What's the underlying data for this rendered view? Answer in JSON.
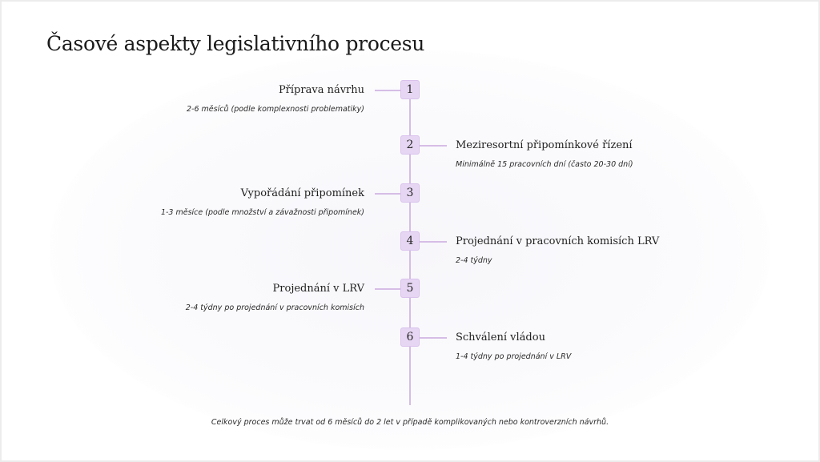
{
  "title": "Časové aspekty legislativního procesu",
  "steps": [
    {
      "number": "1",
      "title": "Příprava návrhu",
      "description": "2-6 měsíců (podle komplexnosti problematiky)",
      "side": "left"
    },
    {
      "number": "2",
      "title": "Meziresortní připomínkové řízení",
      "description": "Minimálně 15 pracovních dní (často 20-30 dní)",
      "side": "right"
    },
    {
      "number": "3",
      "title": "Vypořádání připomínek",
      "description": "1-3 měsíce (podle množství a závažnosti připomínek)",
      "side": "left"
    },
    {
      "number": "4",
      "title": "Projednání v pracovních komisích LRV",
      "description": "2-4 týdny",
      "side": "right"
    },
    {
      "number": "5",
      "title": "Projednání v LRV",
      "description": "2-4 týdny po projednání v pracovních komisích",
      "side": "left"
    },
    {
      "number": "6",
      "title": "Schválení vládou",
      "description": "1-4 týdny po projednání v LRV",
      "side": "right"
    }
  ],
  "footer": "Celkový proces může trvat od 6 měsíců do 2 let v případě komplikovaných nebo kontroverzních návrhů.",
  "colors": {
    "accent_line": "#d6bde6",
    "number_box": "#e6d6f3"
  }
}
